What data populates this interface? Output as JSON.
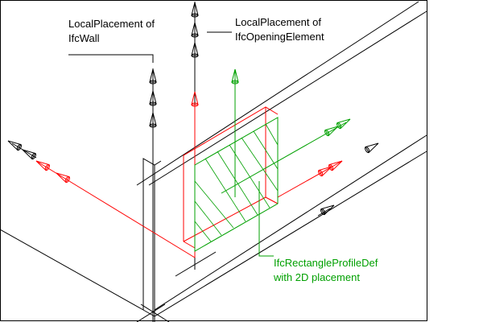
{
  "labels": {
    "wall_placement": {
      "line1": "LocalPlacement of",
      "line2": "IfcWall"
    },
    "opening_placement": {
      "line1": "LocalPlacement of",
      "line2": "IfcOpeningElement"
    },
    "profile": {
      "line1": "IfcRectangleProfileDef",
      "line2": "with 2D placement"
    }
  },
  "colors": {
    "wall": "#000000",
    "opening": "#ff0000",
    "profile": "#00a000"
  }
}
